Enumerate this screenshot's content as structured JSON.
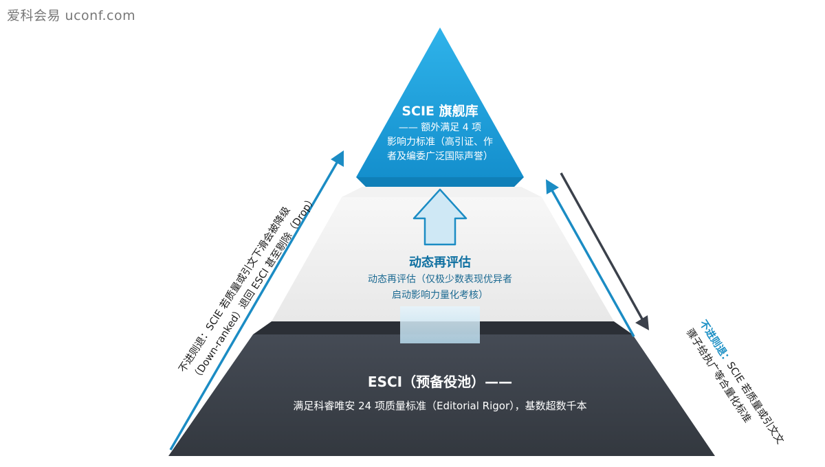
{
  "watermark": "爱科会易 uconf.com",
  "top_tier": {
    "title": "SCIE 旗舰库",
    "desc_line1": "—— 额外满足 4 项",
    "desc_line2": "影响力标准（高引证、作",
    "desc_line3": "者及编委广泛国际声誉）"
  },
  "middle_tier": {
    "title": "动态再评估",
    "desc_line1": "动态再评估（仅极少数表现优异者",
    "desc_line2": "启动影响力量化考核）"
  },
  "base_tier": {
    "title": "ESCI（预备役池）——",
    "desc": "满足科睿唯安 24 项质量标准（Editorial Rigor），基数超数千本"
  },
  "left_note": {
    "line1": "不进则退：SCIE 若质量或引文下滑会被降级",
    "line2": "（Down-ranked）退回 ESCI 甚至剔除（Drop）"
  },
  "right_note": {
    "label": "不进则退：",
    "line1_rest": "SCIE 若质量或引文文",
    "line2": "骤子给执广等合量化标准"
  },
  "colors": {
    "top_blue": "#1a9fd8",
    "mid_gray": "#ececec",
    "base_dark": "#3b414b",
    "arrow_blue": "#1b8cc4"
  }
}
